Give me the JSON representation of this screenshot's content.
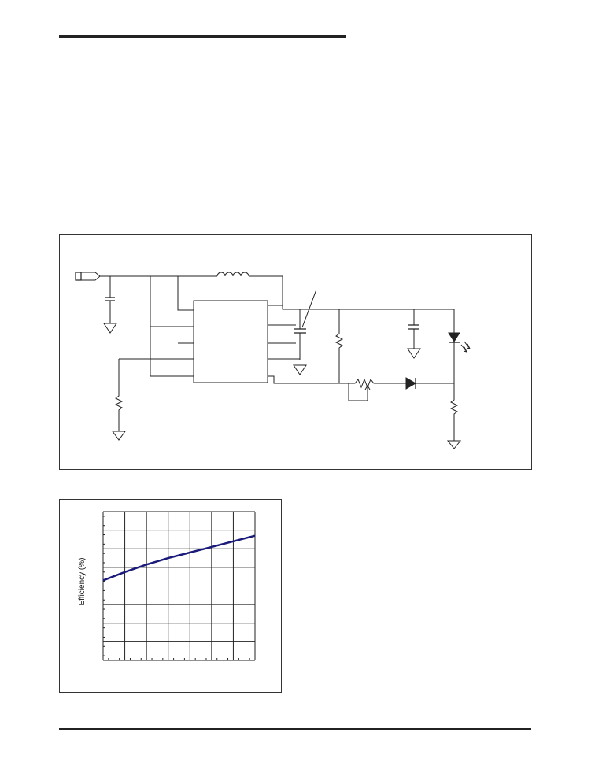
{
  "colors": {
    "line": "#222222",
    "curve": "#1a1a7a",
    "frame": "#333333"
  },
  "chart_data": {
    "type": "line",
    "title": "",
    "xlabel": "",
    "ylabel": "Efficiency (%)",
    "xlim": [
      0,
      7
    ],
    "ylim": [
      0,
      8
    ],
    "x_divisions": 7,
    "y_divisions": 8,
    "grid": true,
    "series": [
      {
        "name": "",
        "x": [
          0,
          1,
          2,
          3,
          4,
          5,
          6,
          7
        ],
        "y": [
          4.3,
          4.75,
          5.15,
          5.5,
          5.8,
          6.1,
          6.4,
          6.7
        ]
      }
    ]
  }
}
